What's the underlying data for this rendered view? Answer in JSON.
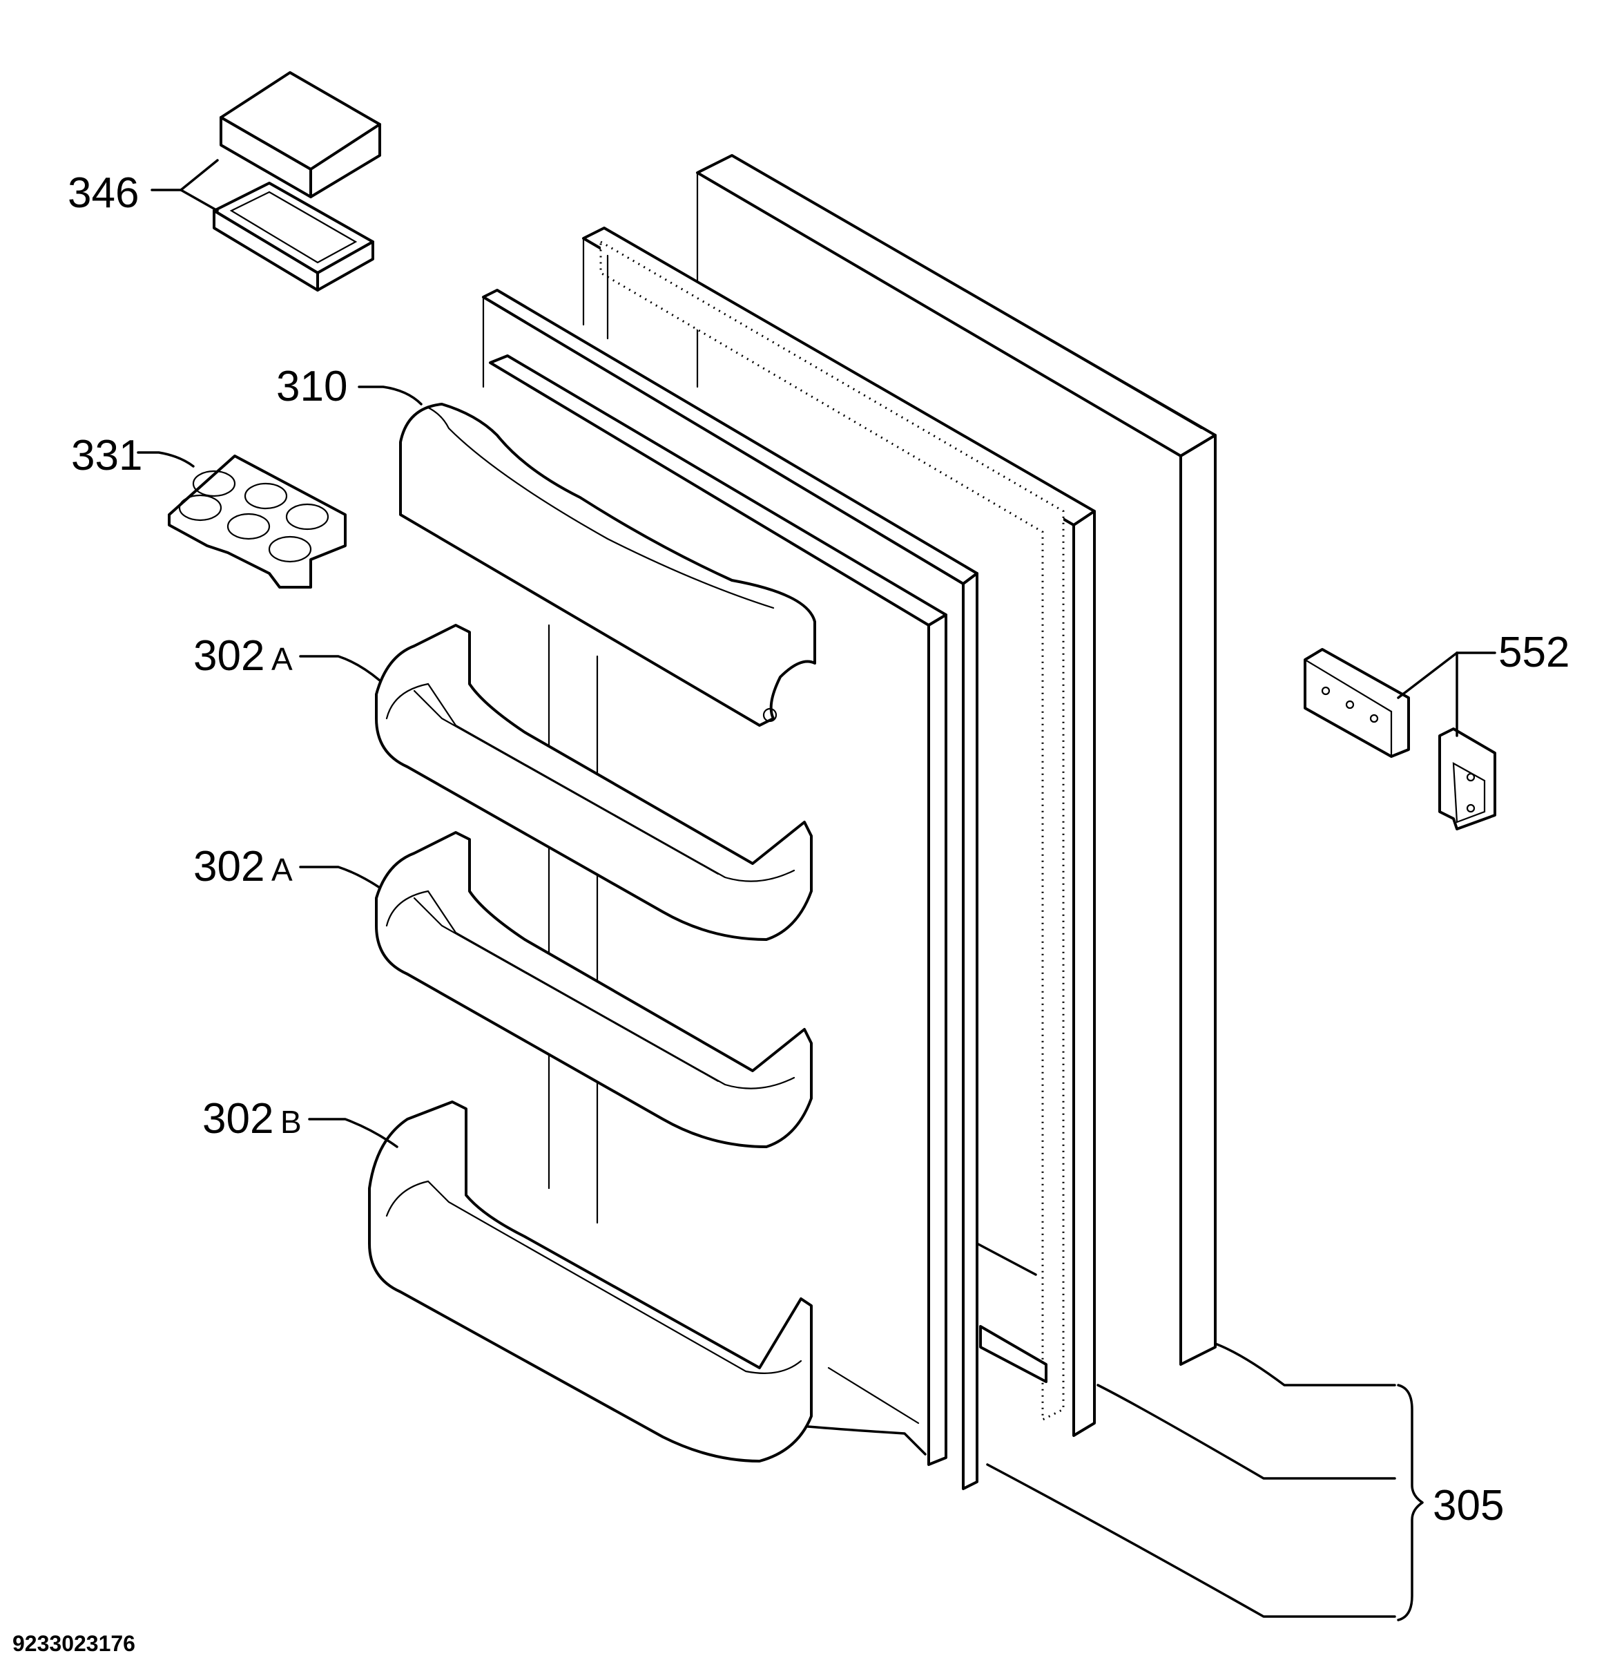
{
  "labels": {
    "p346": "346",
    "p310": "310",
    "p331": "331",
    "p302a_1": "302",
    "p302a_1_suffix": "A",
    "p302a_2": "302",
    "p302a_2_suffix": "A",
    "p302b": "302",
    "p302b_suffix": "B",
    "p552": "552",
    "p305": "305"
  },
  "footer": {
    "drawing_number": "9233023176"
  }
}
